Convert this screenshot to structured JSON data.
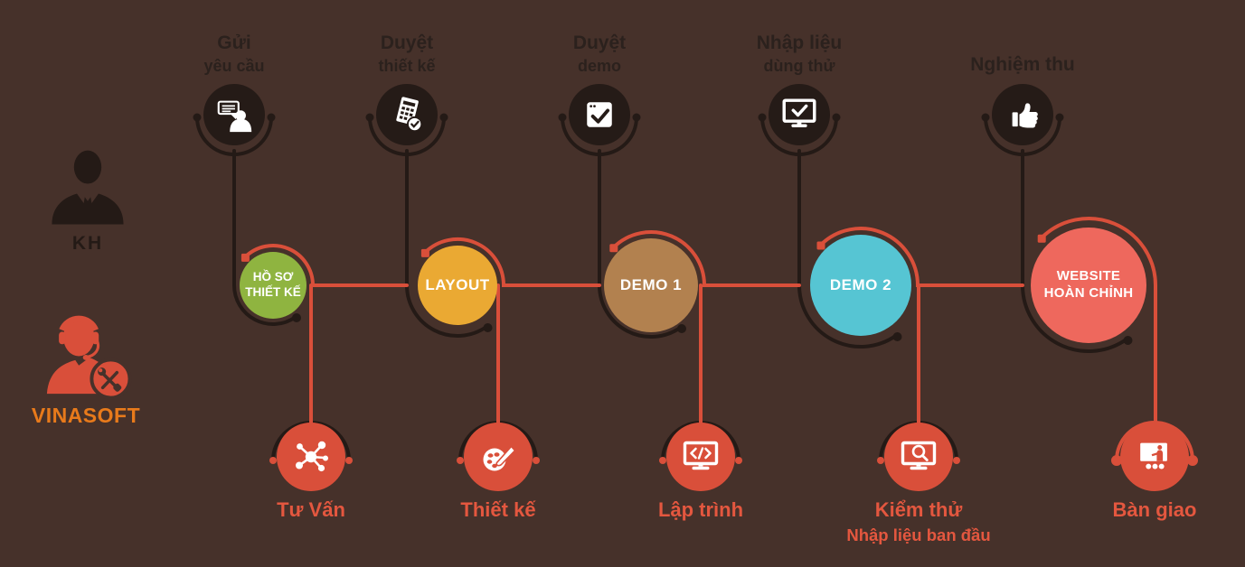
{
  "colors": {
    "background": "#46312a",
    "dark": "#241a16",
    "accent_red": "#d94f3a",
    "bottom_label_red": "#e4573f",
    "brand_orange": "#e87a1b",
    "step_circle_colors": [
      "#8fb440",
      "#eaa933",
      "#b2814f",
      "#56c5d3",
      "#ee685d"
    ]
  },
  "actors": {
    "customer": {
      "label": "KH",
      "icon": "businessman-icon"
    },
    "company": {
      "label": "VINASOFT",
      "icon": "support-agent-icon"
    }
  },
  "steps": [
    {
      "customer_action": {
        "line1": "Gửi",
        "line2": "yêu cầu",
        "icon": "chat-request-icon"
      },
      "deliverable": {
        "line1": "HỒ SƠ",
        "line2": "THIẾT KẾ",
        "color": "#8fb440"
      },
      "company_task": {
        "label": "Tư Vấn",
        "icon": "network-icon"
      }
    },
    {
      "customer_action": {
        "line1": "Duyệt",
        "line2": "thiết kế",
        "icon": "spreadsheet-check-icon"
      },
      "deliverable": {
        "line1": "LAYOUT",
        "color": "#eaa933"
      },
      "company_task": {
        "label": "Thiết kế",
        "icon": "palette-icon"
      }
    },
    {
      "customer_action": {
        "line1": "Duyệt",
        "line2": "demo",
        "icon": "window-check-icon"
      },
      "deliverable": {
        "line1": "DEMO 1",
        "color": "#b2814f"
      },
      "company_task": {
        "label": "Lập trình",
        "icon": "code-monitor-icon"
      }
    },
    {
      "customer_action": {
        "line1": "Nhập liệu",
        "line2": "dùng thử",
        "icon": "monitor-check-icon"
      },
      "deliverable": {
        "line1": "DEMO 2",
        "color": "#56c5d3"
      },
      "company_task": {
        "label": "Kiểm thử",
        "sublabel": "Nhập liệu ban đầu",
        "icon": "search-monitor-icon"
      }
    },
    {
      "customer_action": {
        "line1": "Nghiệm thu",
        "icon": "thumbs-up-icon"
      },
      "deliverable": {
        "line1": "WEBSITE",
        "line2": "HOÀN CHỈNH",
        "color": "#ee685d"
      },
      "company_task": {
        "label": "Bàn giao",
        "icon": "handover-icon"
      }
    }
  ]
}
